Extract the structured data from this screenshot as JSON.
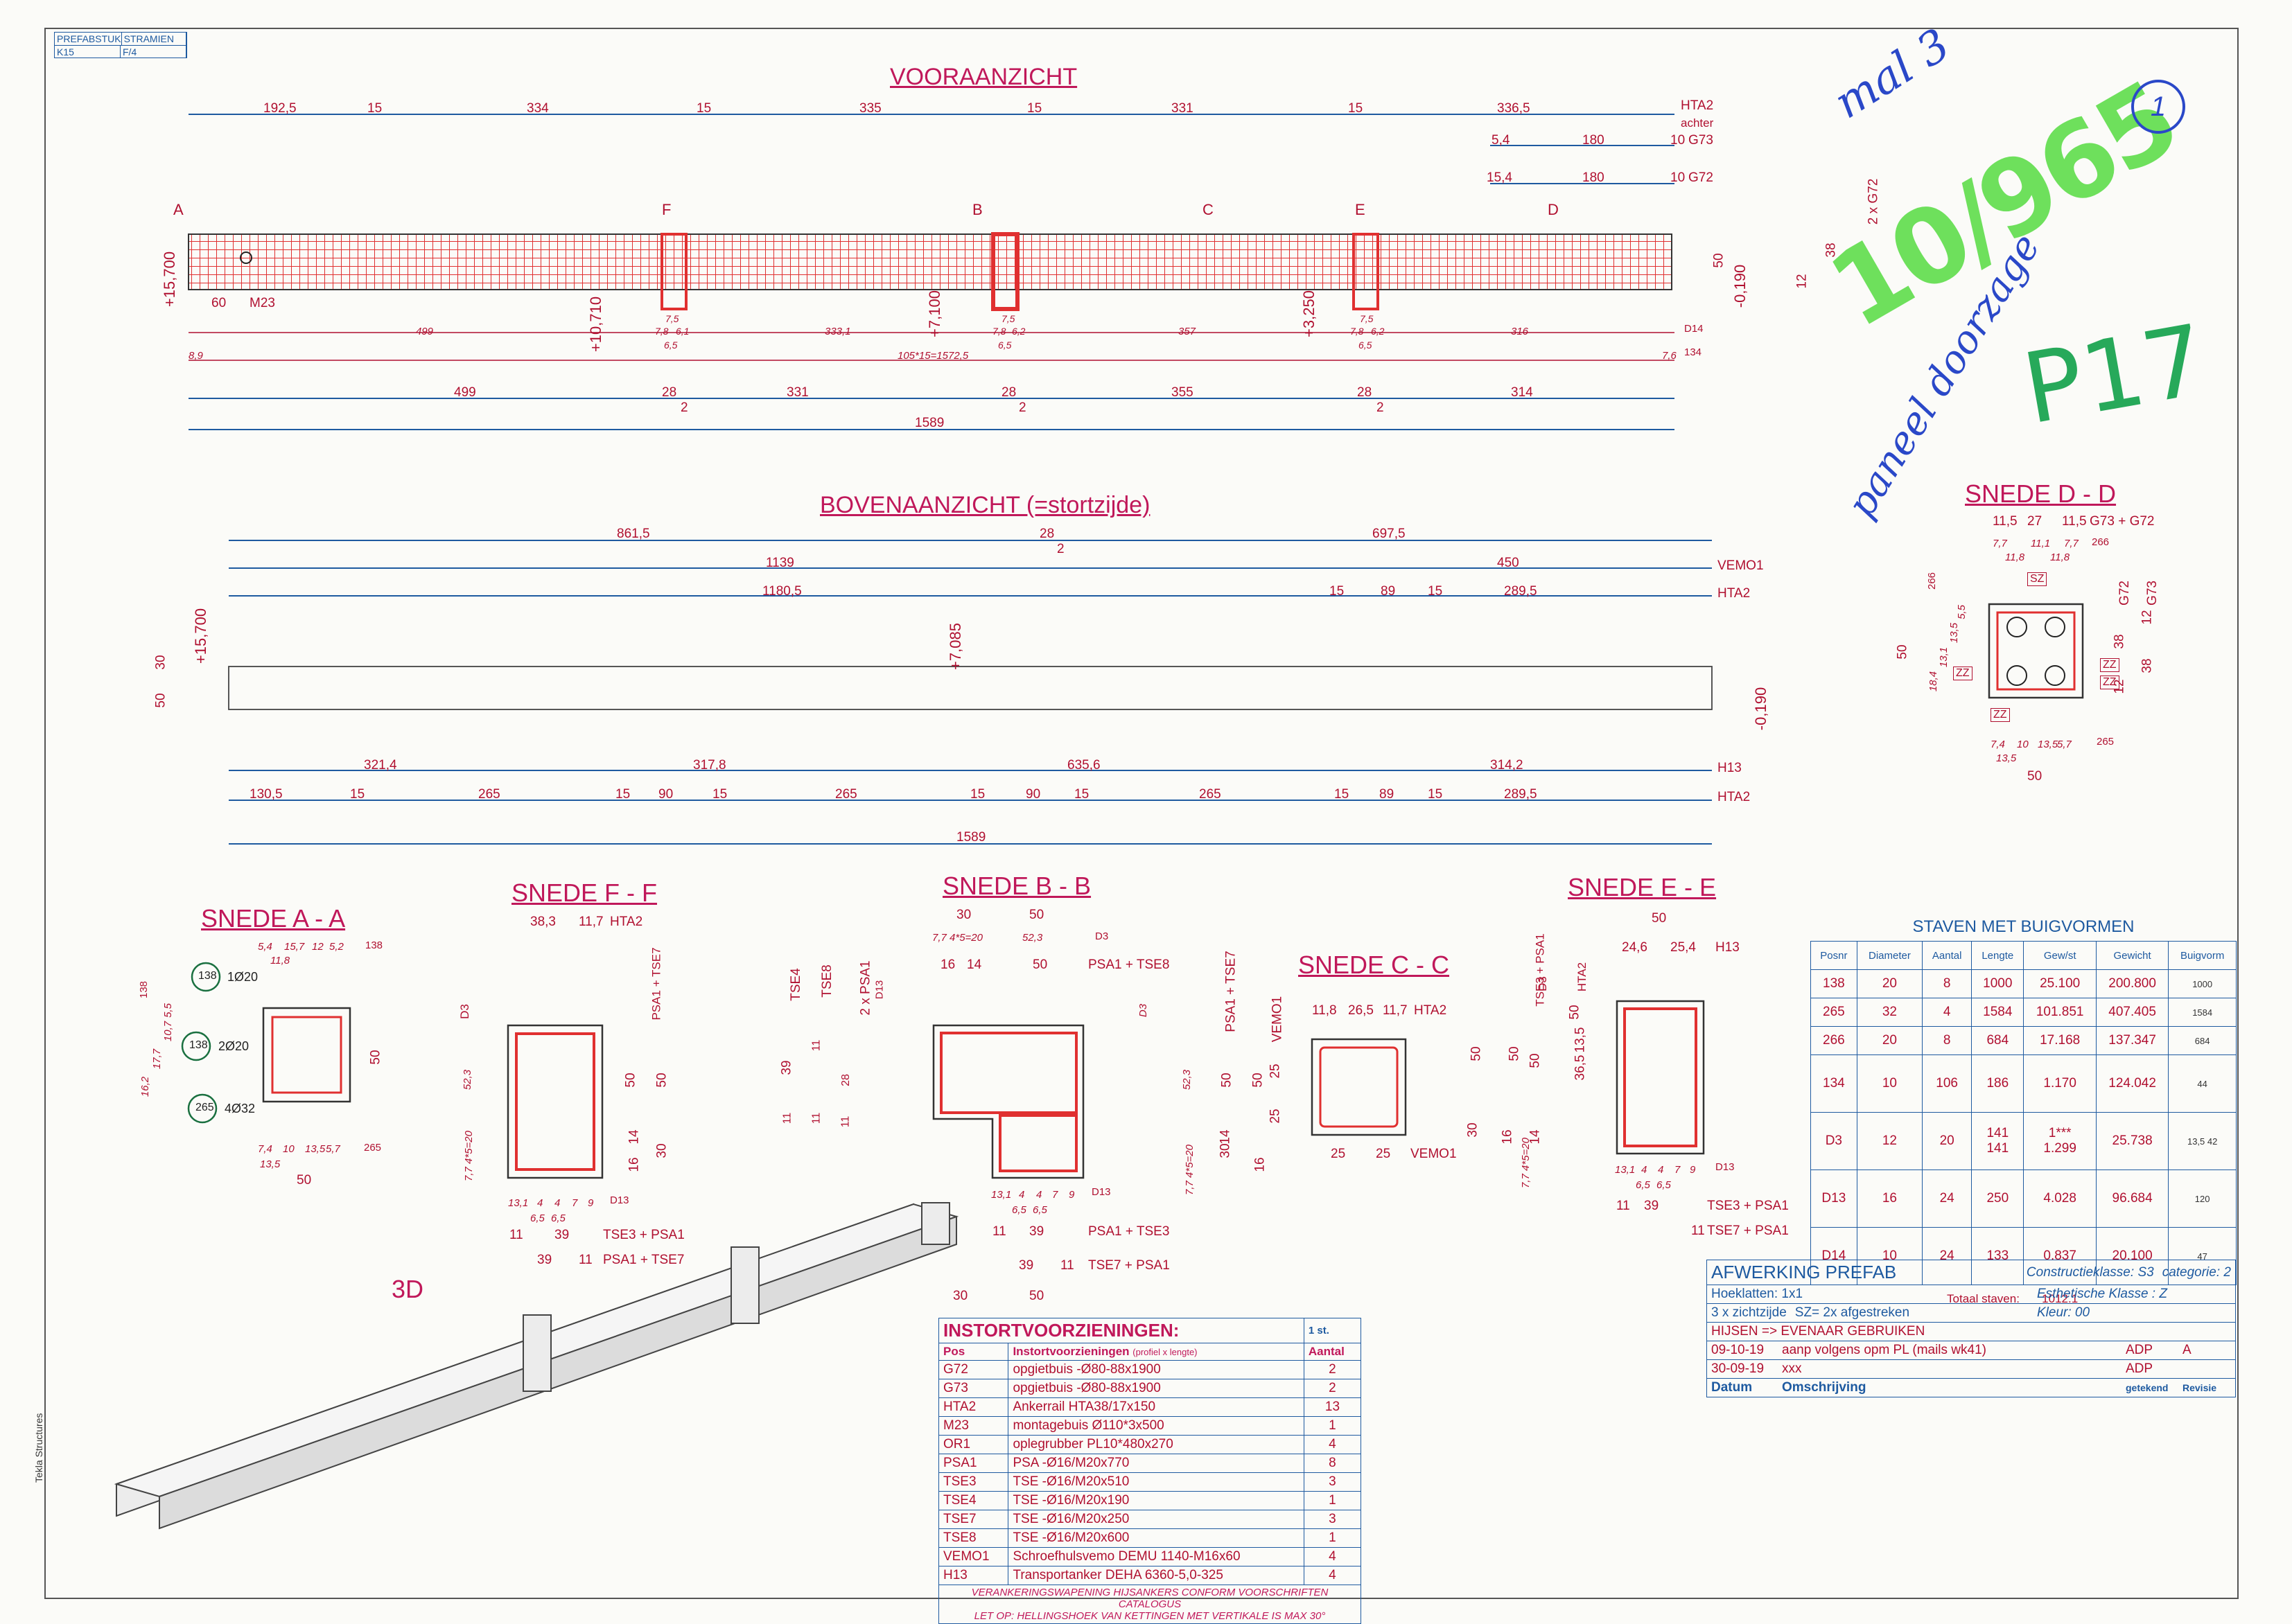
{
  "stamp": {
    "h1": "PREFABSTUK",
    "h2": "STRAMIEN",
    "v1": "K15",
    "v2": "F/4"
  },
  "titles": {
    "front": "VOORAANZICHT",
    "top": "BOVENAANZICHT (=stortzijde)",
    "sAA": "SNEDE A - A",
    "sFF": "SNEDE F - F",
    "sBB": "SNEDE B - B",
    "sCC": "SNEDE C - C",
    "sEE": "SNEDE E - E",
    "sDD": "SNEDE D - D",
    "iso": "3D"
  },
  "front_dims": {
    "row1": [
      "192,5",
      "15",
      "334",
      "15",
      "335",
      "15",
      "331",
      "15",
      "336,5"
    ],
    "row1_label": "HTA2",
    "achter": "achter",
    "g73": [
      "5,4",
      "180",
      "10"
    ],
    "g73_label": "G73",
    "g72": [
      "15,4",
      "180",
      "10"
    ],
    "g72_label": "G72",
    "markers": [
      "A",
      "F",
      "B",
      "C",
      "E",
      "D"
    ],
    "levels": [
      "+15,700",
      "+10,710",
      "+7,100",
      "+3,250",
      "-0,190"
    ],
    "m23": [
      "60",
      "M23"
    ],
    "rebar_row": [
      "499",
      "333,1",
      "357",
      "316"
    ],
    "rebar_label": "D14",
    "sp_row": [
      "8,9",
      "105*15=1572,5",
      "7,6"
    ],
    "sp_label": "134",
    "row3": [
      "499",
      "28",
      "331",
      "28",
      "355",
      "28",
      "314"
    ],
    "row3_sub": [
      "2",
      "2",
      "2"
    ],
    "total": "1589",
    "right_vert": [
      "12",
      "38",
      "2 x G72"
    ],
    "right_50": "50",
    "col_marks": [
      "7,5",
      "7,8",
      "6,1",
      "6,5",
      "7,5",
      "7,8",
      "6,2",
      "6,5",
      "7,5",
      "7,8",
      "6,2",
      "6,5"
    ]
  },
  "top_dims": {
    "r1": [
      "861,5",
      "28",
      "697,5"
    ],
    "r1_sub": "2",
    "r2": [
      "1139",
      "450"
    ],
    "r2_label": "VEMO1",
    "r3": [
      "1180,5",
      "15",
      "89",
      "15",
      "289,5"
    ],
    "r3_label": "HTA2",
    "levels": [
      "+15,700",
      "+7,085",
      "-0,190"
    ],
    "left_vert": [
      "50",
      "30"
    ],
    "b1": [
      "321,4",
      "317,8",
      "635,6",
      "314,2"
    ],
    "b1_label": "H13",
    "b2": [
      "130,5",
      "15",
      "265",
      "15",
      "90",
      "15",
      "265",
      "15",
      "90",
      "15",
      "265",
      "15",
      "89",
      "15",
      "289,5"
    ],
    "b2_label": "HTA2",
    "total": "1589"
  },
  "sAA": {
    "top": [
      "5,4",
      "15,7",
      "12",
      "5,2",
      "11,8"
    ],
    "top_tag": "138",
    "bars": [
      {
        "pos": "138",
        "txt": "1Ø20"
      },
      {
        "pos": "138",
        "txt": "2Ø20"
      },
      {
        "pos": "265",
        "txt": "4Ø32"
      }
    ],
    "left": [
      "16,2",
      "17,7",
      "10,7",
      "5,5"
    ],
    "left_tag": "138",
    "right": "50",
    "bot": [
      "7,4",
      "10",
      "13,5",
      "5,7",
      "13,5"
    ],
    "bot_tag": "265",
    "width": "50"
  },
  "sFF": {
    "top": [
      "38,3",
      "11,7",
      "HTA2"
    ],
    "tags": [
      "D3",
      "PSA1 + TSE7"
    ],
    "left": "52,3",
    "left2": "7,7 4*5=20",
    "right": [
      "50",
      "50",
      "14",
      "16",
      "30"
    ],
    "bot1": [
      "13,1",
      "4",
      "4",
      "7",
      "9",
      "6,5",
      "6,5"
    ],
    "bot1_tag": "D13",
    "bot2": [
      "11",
      "39",
      "TSE3 + PSA1"
    ],
    "bot3": [
      "39",
      "11",
      "PSA1 + TSE7"
    ]
  },
  "sBB": {
    "top": [
      "30",
      "50"
    ],
    "top2": [
      "7,7 4*5=20",
      "52,3"
    ],
    "top2_tag": "D3",
    "top3": [
      "16",
      "14",
      "50",
      "PSA1 + TSE8"
    ],
    "left": [
      "TSE4",
      "TSE8",
      "2 x PSA1",
      "39",
      "11",
      "28",
      "11",
      "11",
      "11"
    ],
    "left_tag": "D13",
    "right": [
      "D3",
      "52,3",
      "PSA1 + TSE7",
      "50",
      "50",
      "14",
      "16",
      "30",
      "7,7 4*5=20"
    ],
    "bot1": [
      "13,1",
      "4",
      "4",
      "7",
      "9",
      "6,5",
      "6,5"
    ],
    "bot1_tag": "D13",
    "bot2": [
      "11",
      "39",
      "PSA1 + TSE3"
    ],
    "bot3": [
      "39",
      "11",
      "TSE7 + PSA1"
    ],
    "bot4": [
      "30",
      "50"
    ]
  },
  "sCC": {
    "top": [
      "11,8",
      "26,5",
      "11,7",
      "HTA2"
    ],
    "left": [
      "VEMO1",
      "25",
      "25"
    ],
    "right": [
      "50",
      "50"
    ],
    "bot": [
      "25",
      "25",
      "VEMO1"
    ]
  },
  "sEE": {
    "top": [
      "50",
      "24,6",
      "25,4",
      "H13"
    ],
    "tags": [
      "TSE3 + PSA1",
      "D3",
      "HTA2"
    ],
    "left": [
      "50",
      "13,5",
      "36,5",
      "30",
      "50",
      "14",
      "16",
      "7,7 4*5=20"
    ],
    "bot1": [
      "13,1",
      "4",
      "4",
      "7",
      "9",
      "6,5",
      "6,5"
    ],
    "bot1_tag": "D13",
    "bot2": [
      "11",
      "39",
      "TSE3 + PSA1"
    ],
    "bot3": [
      "11",
      "TSE7 + PSA1"
    ]
  },
  "sDD": {
    "top": [
      "11,5",
      "27",
      "11,5",
      "G73 + G72"
    ],
    "top2": [
      "7,7",
      "11,1",
      "7,7",
      "11,8",
      "11,8"
    ],
    "top2_tag": "266",
    "tags": [
      "SZ",
      "ZZ",
      "ZZ",
      "ZZ",
      "ZZ"
    ],
    "left": [
      "50",
      "18,4",
      "13,1",
      "13,5",
      "5,5"
    ],
    "left_tag": "266",
    "right": [
      "G72",
      "38",
      "12",
      "G73",
      "12",
      "38"
    ],
    "bot": [
      "7,4",
      "10",
      "13,5",
      "5,7",
      "13,5"
    ],
    "bot_tag": "265",
    "width": "50"
  },
  "instort": {
    "title": "INSTORTVOORZIENINGEN:",
    "count": "1 st.",
    "h_pos": "Pos",
    "h_item": "Instortvoorzieningen",
    "h_sub": "(profiel x lengte)",
    "h_qty": "Aantal",
    "rows": [
      [
        "G72",
        "opgietbuis -Ø80-88x1900",
        "2"
      ],
      [
        "G73",
        "opgietbuis -Ø80-88x1900",
        "2"
      ],
      [
        "HTA2",
        "Ankerrail HTA38/17x150",
        "13"
      ],
      [
        "M23",
        "montagebuis Ø110*3x500",
        "1"
      ],
      [
        "OR1",
        "oplegrubber PL10*480x270",
        "4"
      ],
      [
        "PSA1",
        "PSA -Ø16/M20x770",
        "8"
      ],
      [
        "TSE3",
        "TSE -Ø16/M20x510",
        "3"
      ],
      [
        "TSE4",
        "TSE -Ø16/M20x190",
        "1"
      ],
      [
        "TSE7",
        "TSE -Ø16/M20x250",
        "3"
      ],
      [
        "TSE8",
        "TSE -Ø16/M20x600",
        "1"
      ],
      [
        "VEMO1",
        "Schroefhulsvemo DEMU 1140-M16x60",
        "4"
      ],
      [
        "H13",
        "Transportanker DEHA 6360-5,0-325",
        "4"
      ]
    ],
    "note1": "VERANKERINGSWAPENING HIJSANKERS CONFORM VOORSCHRIFTEN CATALOGUS",
    "note2": "LET OP: HELLINGSHOEK VAN KETTINGEN MET VERTIKALE IS MAX 30°"
  },
  "staven": {
    "title": "STAVEN MET BUIGVORMEN",
    "headers": [
      "Posnr",
      "Diameter",
      "Aantal",
      "Lengte",
      "Gew/st",
      "Gewicht",
      "Buigvorm"
    ],
    "rows": [
      [
        "138",
        "20",
        "8",
        "1000",
        "25.100",
        "200.800",
        "1000"
      ],
      [
        "265",
        "32",
        "4",
        "1584",
        "101.851",
        "407.405",
        "1584"
      ],
      [
        "266",
        "20",
        "8",
        "684",
        "17.168",
        "137.347",
        "684"
      ],
      [
        "134",
        "10",
        "106",
        "186",
        "1.170",
        "124.042",
        "44"
      ],
      [
        "D3",
        "12",
        "20",
        "141",
        "1.299",
        "25.738",
        "13,5 42"
      ],
      [
        "D13",
        "16",
        "24",
        "250",
        "4.028",
        "96.684",
        "120"
      ],
      [
        "D14",
        "10",
        "24",
        "133",
        "0.837",
        "20.100",
        "47"
      ]
    ],
    "d3_extra": [
      "141",
      "1***"
    ],
    "total_label": "Totaal staven:",
    "total": "1012.1"
  },
  "afwerking": {
    "title": "AFWERKING PREFAB",
    "ck_label": "Constructieklasse:",
    "ck": "S3",
    "cat_label": "categorie:",
    "cat": "2",
    "hoek_label": "Hoeklatten:",
    "hoek": "1x1",
    "est_label": "Esthetische Klasse :",
    "est": "Z",
    "zicht": "3",
    "zicht_label": "x zichtzijde",
    "sz": "SZ= 2x afgestreken",
    "kleur_label": "Kleur:",
    "kleur": "00",
    "hijsen": "HIJSEN => EVENAAR GEBRUIKEN",
    "rev": [
      {
        "date": "09-10-19",
        "desc": "aanp volgens opm PL (mails wk41)",
        "by": "ADP",
        "rev": "A"
      },
      {
        "date": "30-09-19",
        "desc": "xxx",
        "by": "ADP",
        "rev": ""
      }
    ],
    "h_date": "Datum",
    "h_desc": "Omschrijving",
    "h_by": "getekend",
    "h_rev": "Revisie"
  },
  "handwriting": {
    "number": "10/965",
    "small": "mal 3",
    "panel": "paneel doorzage",
    "p": "P17",
    "circle": "1"
  },
  "software": "Tekla Structures",
  "colors": {
    "red": "#c0185a",
    "blue": "#1e5aa0",
    "dimred": "#b01030",
    "green": "#6ee05c"
  }
}
